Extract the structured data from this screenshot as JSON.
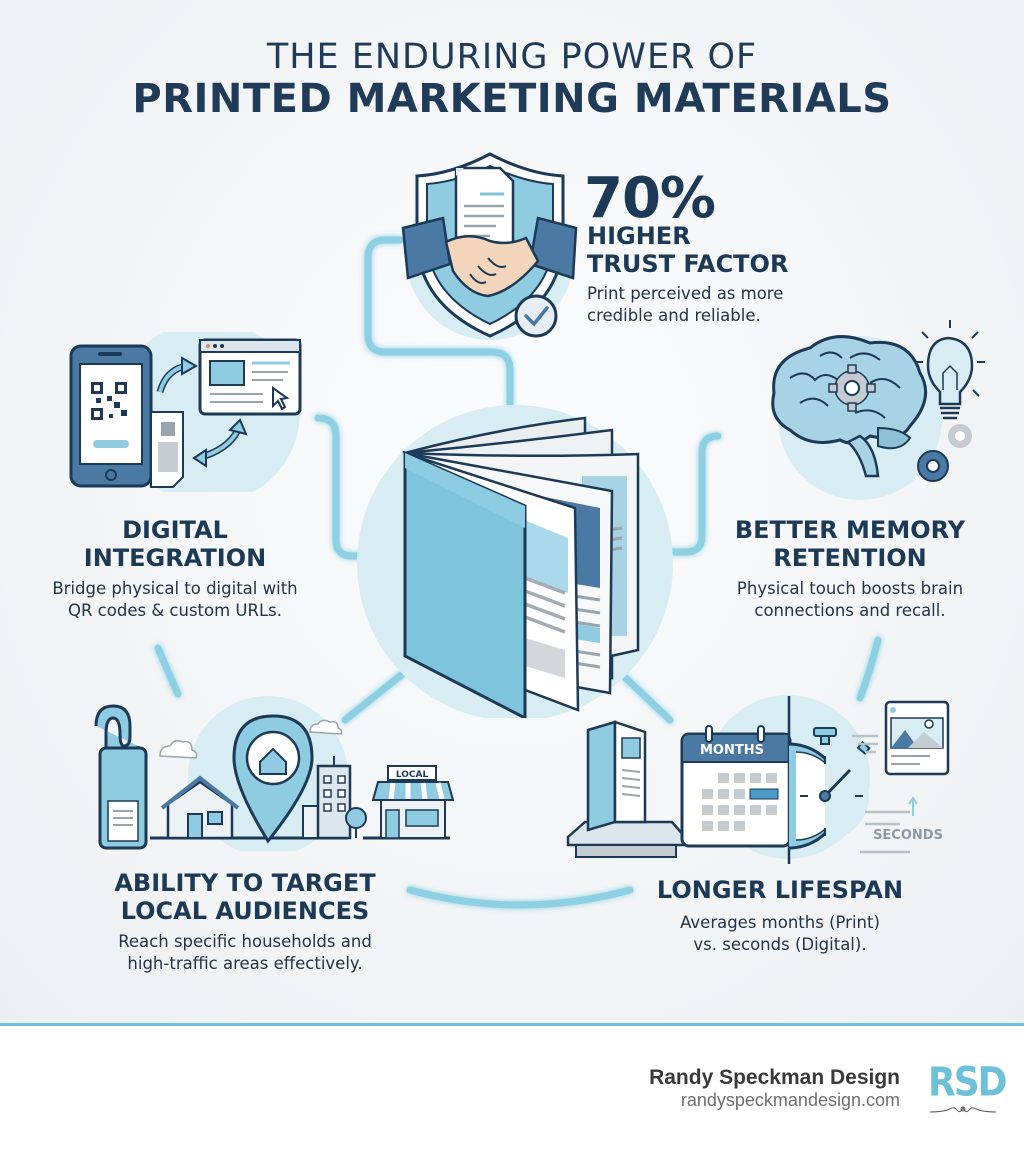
{
  "title": {
    "line1": "THE ENDURING POWER OF",
    "line2": "PRINTED MARKETING MATERIALS"
  },
  "center": {
    "icon": "open-brochure-icon"
  },
  "benefits": [
    {
      "id": "trust",
      "stat": "70%",
      "heading_line1": "HIGHER",
      "heading_line2": "TRUST FACTOR",
      "desc_line1": "Print perceived as more",
      "desc_line2": "credible and reliable.",
      "icon": "shield-handshake-icon"
    },
    {
      "id": "digital",
      "heading_line1": "DIGITAL",
      "heading_line2": "INTEGRATION",
      "desc_line1": "Bridge physical to digital with",
      "desc_line2": "QR codes & custom URLs.",
      "icon": "phone-qr-browser-icon"
    },
    {
      "id": "memory",
      "heading_line1": "BETTER MEMORY",
      "heading_line2": "RETENTION",
      "desc_line1": "Physical touch boosts brain",
      "desc_line2": "connections and recall.",
      "icon": "brain-lightbulb-gears-icon"
    },
    {
      "id": "local",
      "heading_line1": "ABILITY TO TARGET",
      "heading_line2": "LOCAL AUDIENCES",
      "desc_line1": "Reach specific households and",
      "desc_line2": "high-traffic areas effectively.",
      "icon": "map-pin-neighborhood-icon",
      "store_sign": "LOCAL"
    },
    {
      "id": "lifespan",
      "heading_line1": "LONGER LIFESPAN",
      "desc_line1": "Averages months (Print)",
      "desc_line2": "vs. seconds (Digital).",
      "icon": "calendar-stopwatch-icon",
      "calendar_label": "MONTHS",
      "seconds_label": "SECONDS"
    }
  ],
  "colors": {
    "navy": "#1c3a56",
    "accent": "#6ec1d8",
    "light_blue": "#a9d7e6",
    "background": "#f1f3f5"
  },
  "footer": {
    "company": "Randy Speckman Design",
    "url": "randyspeckmandesign.com",
    "logo": "RSD"
  }
}
